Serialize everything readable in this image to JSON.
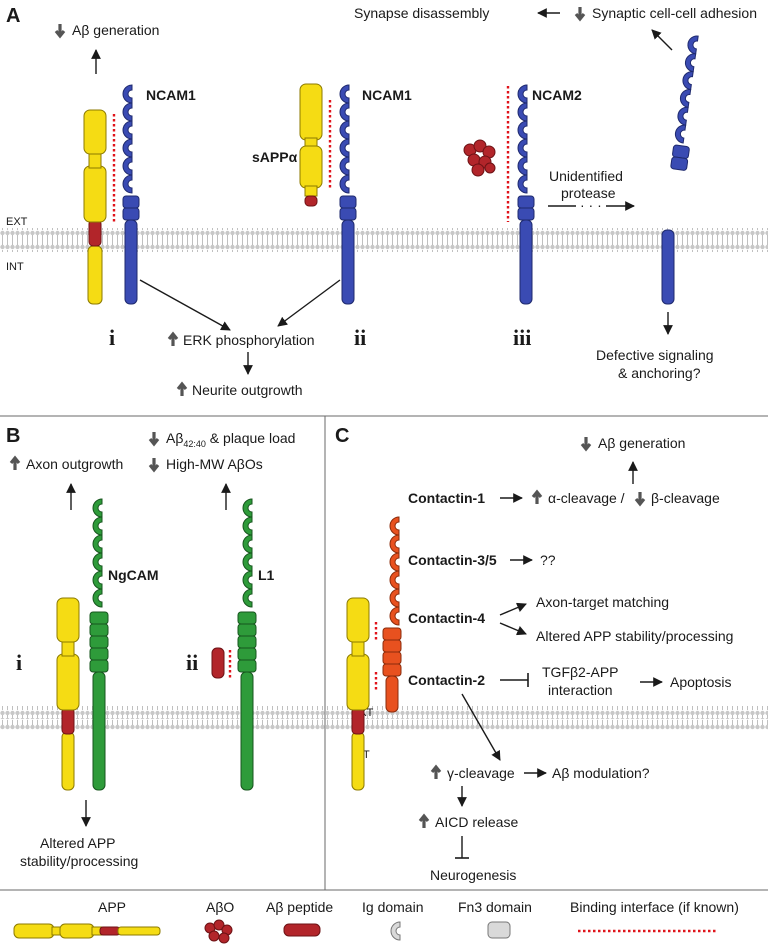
{
  "colors": {
    "app": "#f5dc14",
    "app_stroke": "#8c7a00",
    "abeta": "#b2252a",
    "ncam": "#3a4bb3",
    "l1": "#2e9b3a",
    "contactin": "#e8511f",
    "ig_domain": "#d9d9d9",
    "binding": "#e0141b",
    "membrane": "#cfcfcf"
  },
  "panel_a": {
    "letter": "A",
    "ext": "EXT",
    "int": "INT",
    "i": {
      "roman": "i",
      "label": "NCAM1",
      "effect": "Aβ generation"
    },
    "ii": {
      "roman": "ii",
      "label": "NCAM1",
      "sapp": "sAPPα"
    },
    "iii": {
      "roman": "iii",
      "label": "NCAM2",
      "protease_1": "Unidentified",
      "protease_2": "protease",
      "dots": "· · ·"
    },
    "synapse": "Synapse disassembly",
    "adhesion": "Synaptic cell-cell adhesion",
    "erk": "ERK phosphorylation",
    "neurite": "Neurite outgrowth",
    "defective_1": "Defective signaling",
    "defective_2": "& anchoring?"
  },
  "panel_b": {
    "letter": "B",
    "i": {
      "roman": "i",
      "label": "NgCAM",
      "effect": "Axon outgrowth",
      "bottom_1": "Altered APP",
      "bottom_2": "stability/processing"
    },
    "ii": {
      "roman": "ii",
      "label": "L1",
      "effect_1_pre": "Aβ",
      "effect_1_sub": "42:40",
      "effect_1_post": " & plaque load",
      "effect_2": "High-MW AβOs"
    }
  },
  "panel_c": {
    "letter": "C",
    "ext": "EXT",
    "int": "INT",
    "abeta_gen": "Aβ generation",
    "c1": "Contactin-1",
    "c1_alpha": "α-cleavage /",
    "c1_beta": "β-cleavage",
    "c35": "Contactin-3/5",
    "c35_out": "??",
    "c4": "Contactin-4",
    "c4_out1": "Axon-target matching",
    "c4_out2": "Altered APP stability/processing",
    "c2": "Contactin-2",
    "c2_out1": "TGFβ2-APP",
    "c2_out2": "interaction",
    "apoptosis": "Apoptosis",
    "gamma": "γ-cleavage",
    "modulation": "Aβ modulation?",
    "aicd": "AICD release",
    "neurogenesis": "Neurogenesis"
  },
  "legend": {
    "app": "APP",
    "abo": "AβO",
    "peptide": "Aβ peptide",
    "ig": "Ig domain",
    "fn3": "Fn3 domain",
    "binding": "Binding interface (if known)"
  }
}
